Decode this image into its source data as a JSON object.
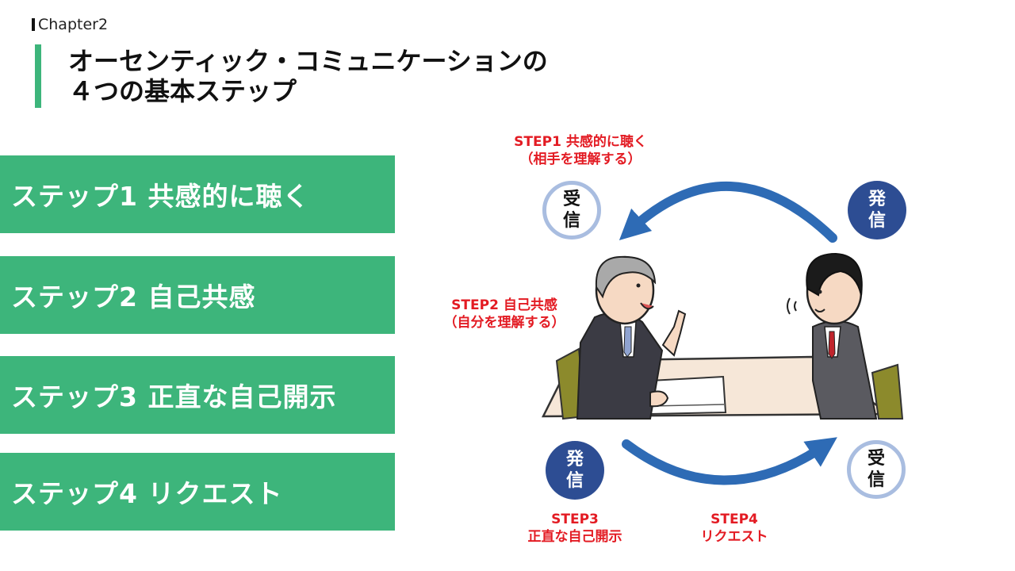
{
  "header": {
    "chapter": "Chapter2",
    "title_line1": "オーセンティック・コミュニケーションの",
    "title_line2": "４つの基本ステップ"
  },
  "steps": [
    {
      "label": "ステップ1  共感的に聴く"
    },
    {
      "label": "ステップ2  自己共感"
    },
    {
      "label": "ステップ3  正直な自己開示"
    },
    {
      "label": "ステップ4  リクエスト"
    }
  ],
  "diagram": {
    "step1": {
      "line1": "STEP1  共感的に聴く",
      "line2": "（相手を理解する）"
    },
    "step2": {
      "line1": "STEP2  自己共感",
      "line2": "（自分を理解する）"
    },
    "step3": {
      "line1": "STEP3",
      "line2": "正直な自己開示"
    },
    "step4": {
      "line1": "STEP4",
      "line2": "リクエスト"
    },
    "receive": {
      "char1": "受",
      "char2": "信"
    },
    "send": {
      "char1": "発",
      "char2": "信"
    }
  },
  "colors": {
    "accent_green": "#3db57b",
    "label_red": "#e31b23",
    "send_navy": "#2d4d93",
    "receive_ring": "#a9bde0",
    "arrow_blue": "#2e6bb5"
  },
  "icons": [
    "clockwise-arrow-top",
    "clockwise-arrow-bottom",
    "senior-businessman-illustration",
    "young-businessman-illustration",
    "meeting-table-illustration"
  ]
}
